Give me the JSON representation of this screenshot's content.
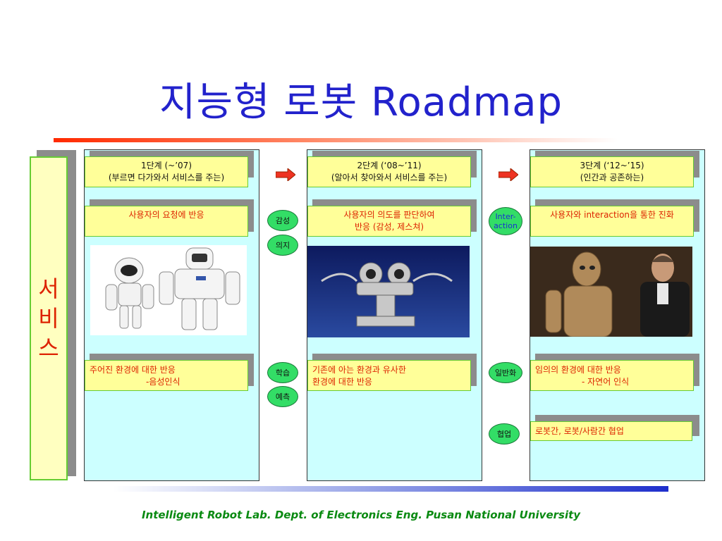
{
  "title": "지능형 로봇 Roadmap",
  "footer": "Intelligent Robot Lab. Dept. of Electronics Eng. Pusan National  University",
  "service_label": "서비스",
  "stages": [
    {
      "header_line1": "1단계 (~’07)",
      "header_line2": "(부르면 다가와서 서비스를 주는)",
      "box1_line1": "사용자의 요청에 반응",
      "box1_line2": "",
      "box2_line1": "주어진 환경에 대한 반응",
      "box2_line2": "-음성인식"
    },
    {
      "header_line1": "2단계 (‘08~’11)",
      "header_line2": "(알아서 찾아와서 서비스를 주는)",
      "box1_line1": "사용자의 의도를 판단하여",
      "box1_line2": "반응 (감성, 제스쳐)",
      "box2_line1": "기존에 아는 환경과 유사한",
      "box2_line2": "환경에 대한 반응"
    },
    {
      "header_line1": "3단계 (‘12~’15)",
      "header_line2": "(인간과 공존하는)",
      "box1_line1": "사용자와 interaction을 통한 진화",
      "box1_line2": "",
      "box2_line1": "임의의 환경에 대한 반응",
      "box2_line2": "- 자연어 인식",
      "box3_line1": "로봇간, 로봇/사람간 협업"
    }
  ],
  "ovals": {
    "gamseong": "감성",
    "uiji": "의지",
    "interaction_1": "Inter-",
    "interaction_2": "action",
    "hakseup": "학습",
    "yecheuk": "예측",
    "ilbanhwa": "일반화",
    "hyeobeop": "협업"
  },
  "colors": {
    "title": "#2222cc",
    "panel": "#ccffff",
    "box": "#ffff99",
    "box_text": "#dd2200",
    "oval": "#33dd66",
    "footer": "#0a8a12"
  }
}
